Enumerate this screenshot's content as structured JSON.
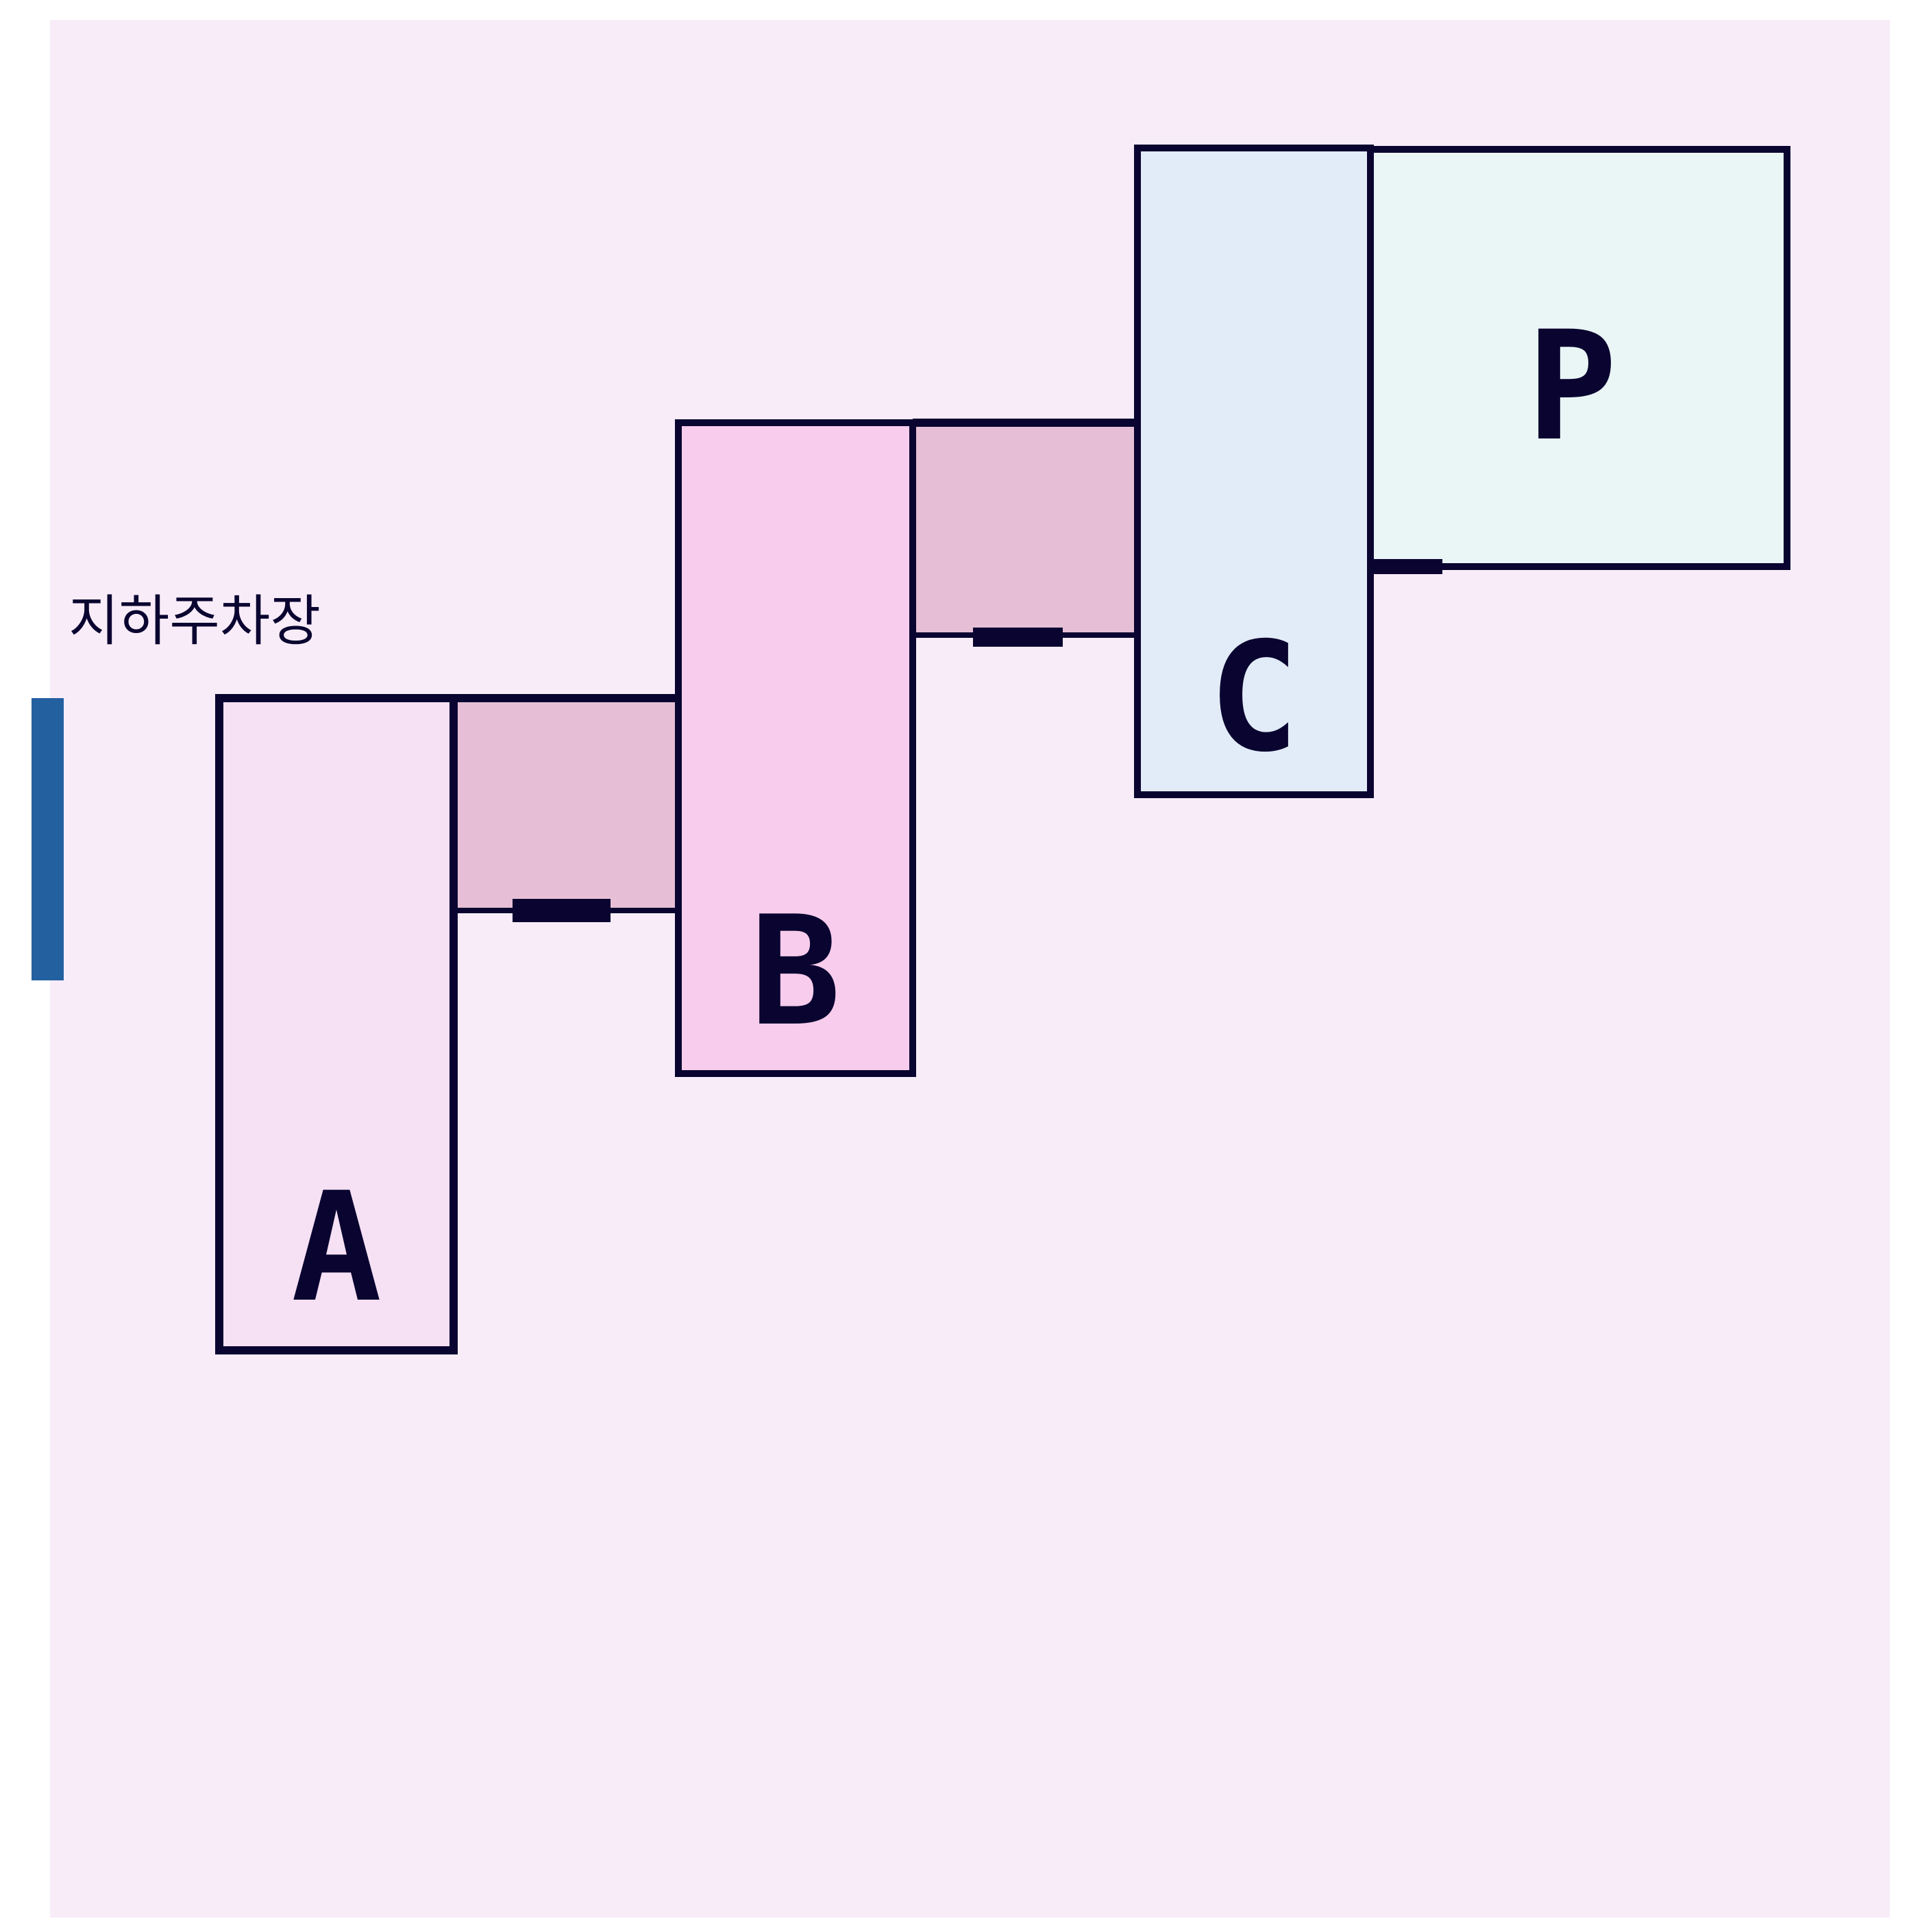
{
  "map": {
    "area_label": "지하주차장",
    "colors": {
      "page": "#ffffff",
      "map_background": "#f8ecf8",
      "outline": "#0a0530",
      "side_marker": "#2360a0",
      "room_a": "#f6e0f4",
      "room_b": "#f7ccec",
      "room_c": "#e2ecf8",
      "room_p": "#eaf6f6",
      "corridor": "#e6bfd6"
    },
    "rooms": [
      {
        "id": "a",
        "label": "A",
        "color_key": "room_a"
      },
      {
        "id": "b",
        "label": "B",
        "color_key": "room_b"
      },
      {
        "id": "c",
        "label": "C",
        "color_key": "room_c"
      },
      {
        "id": "p",
        "label": "P",
        "color_key": "room_p"
      }
    ],
    "corridors": [
      {
        "id": "a-b",
        "color_key": "corridor"
      },
      {
        "id": "b-c",
        "color_key": "corridor"
      }
    ]
  }
}
